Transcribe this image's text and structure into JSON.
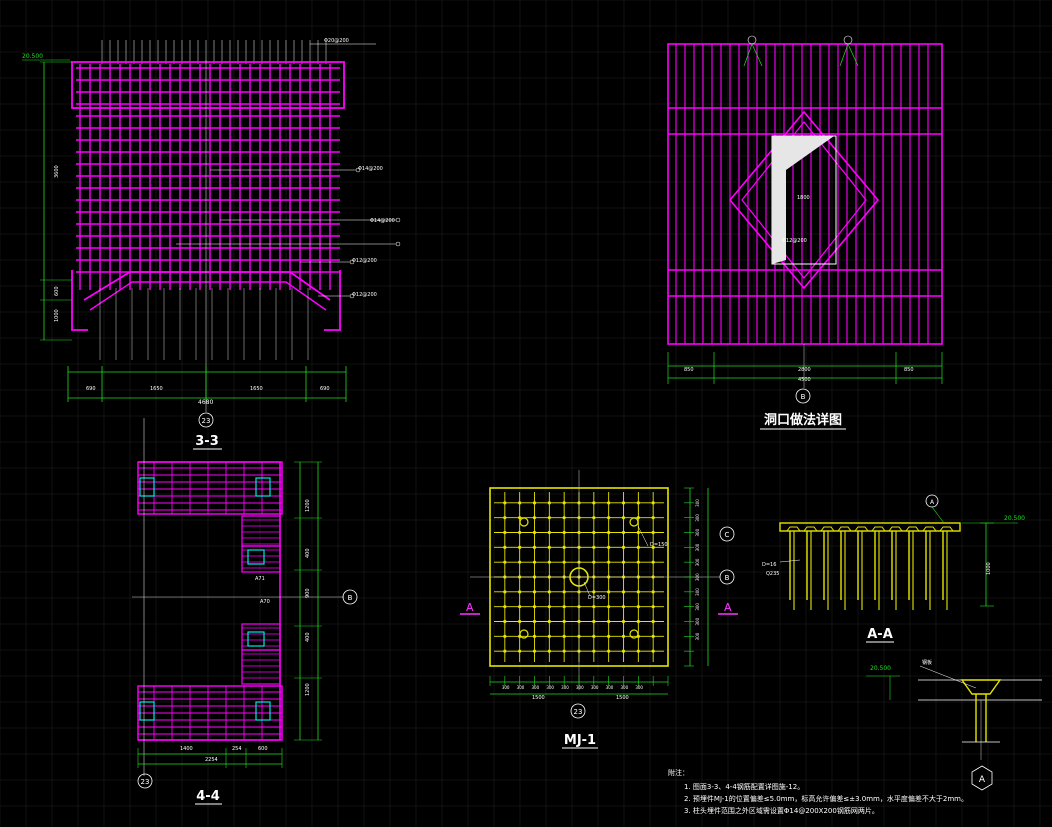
{
  "colors": {
    "background": "#000000",
    "grid": "#1e1e1e",
    "rebar": "#ff00ff",
    "dimension": "#22dd22",
    "embed": "#e5e500",
    "text": "#ffffff",
    "annotation": "#00ffff",
    "leader": "#22dd22"
  },
  "section_33": {
    "title": "3-3",
    "axis_label": "23",
    "elev": "20.500",
    "dims_bottom": [
      "690",
      "1650",
      "1650",
      "690"
    ],
    "dim_total": "4680",
    "dims_left": [
      "3600",
      "600",
      "1000"
    ],
    "callouts": [
      "Φ20@200",
      "Φ14@200",
      "Φ14@200",
      "Φ12@200",
      "Φ12@200"
    ]
  },
  "hole_detail": {
    "title": "洞口做法详图",
    "axis_label": "B",
    "dims_bottom": [
      "850",
      "2800",
      "850"
    ],
    "dim_total": "4500",
    "hole_width": "1800",
    "hole_label": "Φ12@200"
  },
  "section_44": {
    "title": "4-4",
    "axis_label_left": "23",
    "axis_label_right": "B",
    "dims_bottom": [
      "1400",
      "254",
      "600"
    ],
    "dim_total": "2254",
    "dims_right": [
      "1200",
      "400",
      "900",
      "400",
      "1200"
    ],
    "labels": [
      "A71",
      "A70"
    ]
  },
  "mj1": {
    "title": "MJ-1",
    "axis_label": "23",
    "axis_c": "C",
    "axis_b": "B",
    "section_mark": "A",
    "dims_bottom": [
      "300",
      "300",
      "300",
      "300",
      "300",
      "300",
      "300",
      "300",
      "300",
      "300"
    ],
    "dims_bottom_total": [
      "1500",
      "1500"
    ],
    "dims_right": [
      "300",
      "300",
      "300",
      "300",
      "300",
      "300",
      "300",
      "300",
      "300",
      "300"
    ],
    "callout": "D=150",
    "center_label": "D=300"
  },
  "section_aa": {
    "title": "A-A",
    "mark": "A",
    "elev": "20.500",
    "dim": "1000",
    "label": "D=16",
    "sub_label": "Q235"
  },
  "detail_a": {
    "elev": "20.500",
    "mark": "A",
    "label": "钢板"
  },
  "notes": {
    "heading": "附注：",
    "lines": [
      "1. 图面3-3、4-4钢筋配置详图施-12。",
      "2. 预埋件MJ-1的位置偏差≤5.0mm，标高允许偏差≤±3.0mm，水平度偏差不大于2mm。",
      "3. 柱头埋件范围之外区域需设置Φ14@200X200钢筋网两片。"
    ]
  }
}
